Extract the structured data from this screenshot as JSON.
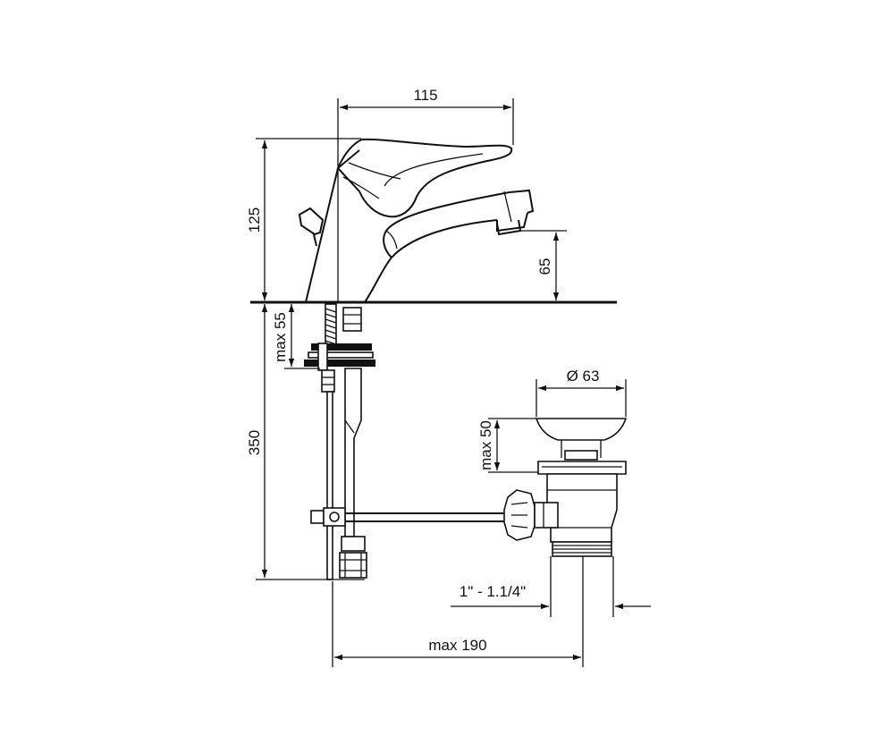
{
  "dimensions": {
    "spout_reach": "115",
    "total_height": "125",
    "spout_height": "65",
    "deck_thickness": "max 55",
    "supply_length": "350",
    "waste_diameter": "Ø 63",
    "waste_height": "max 50",
    "waste_thread": "1\" - 1.1/4\"",
    "pop_up_length": "max 190"
  },
  "colors": {
    "line": "#111111",
    "background": "#ffffff"
  }
}
